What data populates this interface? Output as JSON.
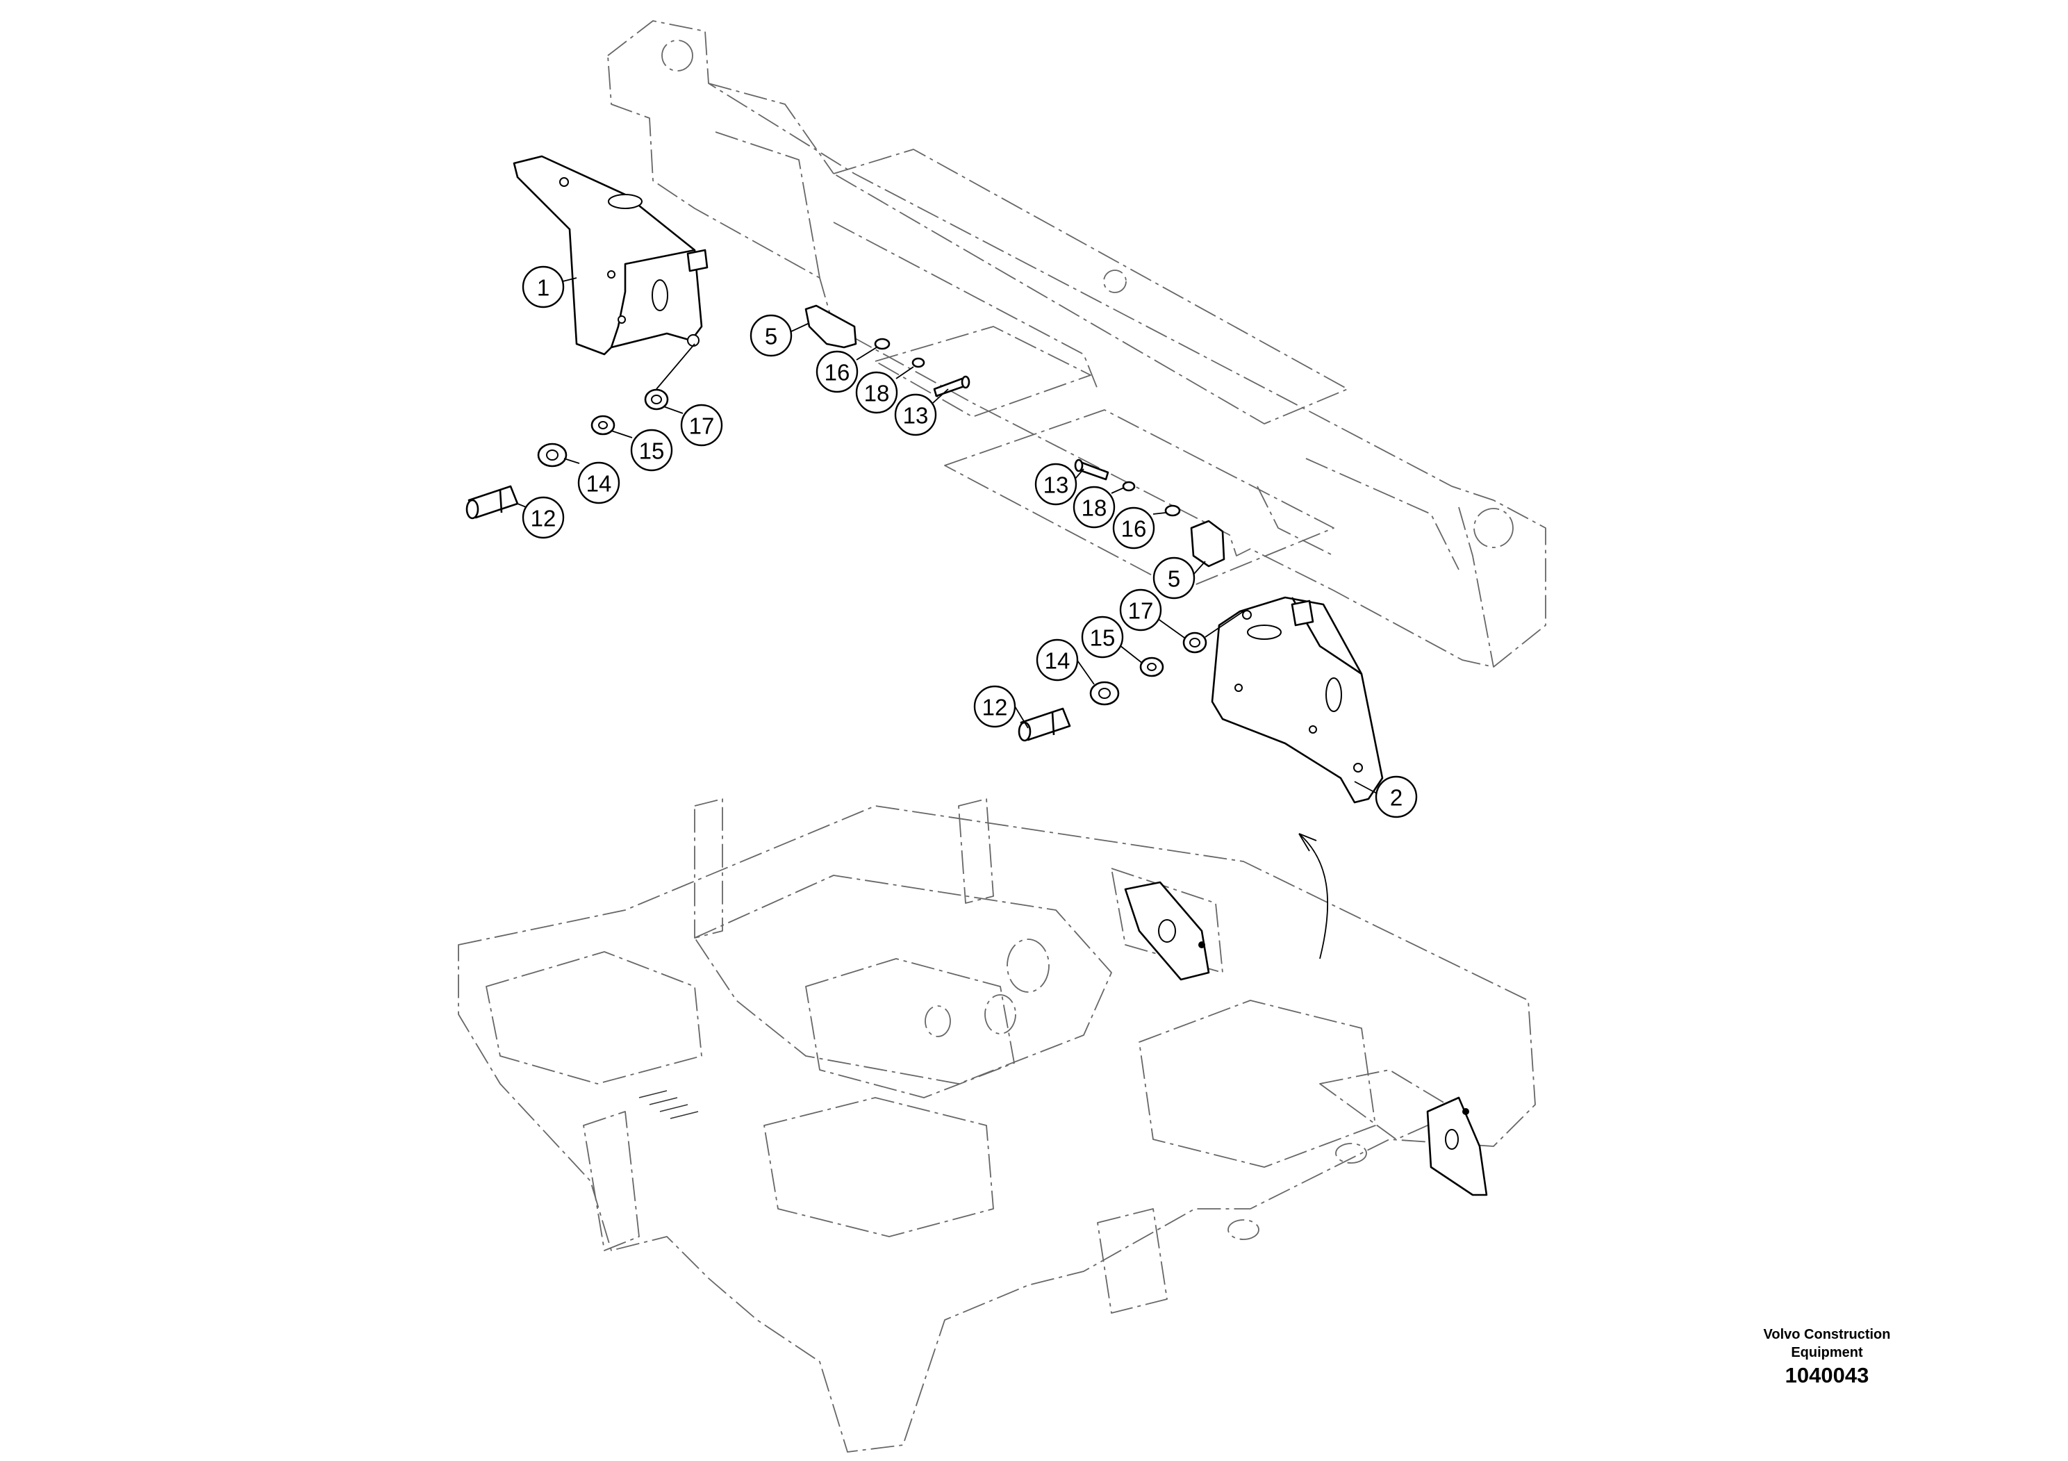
{
  "callouts": [
    {
      "id": "c1",
      "label": "1"
    },
    {
      "id": "c2",
      "label": "2"
    },
    {
      "id": "c5a",
      "label": "5"
    },
    {
      "id": "c5b",
      "label": "5"
    },
    {
      "id": "c12a",
      "label": "12"
    },
    {
      "id": "c12b",
      "label": "12"
    },
    {
      "id": "c13a",
      "label": "13"
    },
    {
      "id": "c13b",
      "label": "13"
    },
    {
      "id": "c14a",
      "label": "14"
    },
    {
      "id": "c14b",
      "label": "14"
    },
    {
      "id": "c15a",
      "label": "15"
    },
    {
      "id": "c15b",
      "label": "15"
    },
    {
      "id": "c16a",
      "label": "16"
    },
    {
      "id": "c16b",
      "label": "16"
    },
    {
      "id": "c17a",
      "label": "17"
    },
    {
      "id": "c17b",
      "label": "17"
    },
    {
      "id": "c18a",
      "label": "18"
    },
    {
      "id": "c18b",
      "label": "18"
    }
  ],
  "footer": {
    "brand_line1": "Volvo Construction",
    "brand_line2": "Equipment",
    "drawing_number": "1040043"
  }
}
